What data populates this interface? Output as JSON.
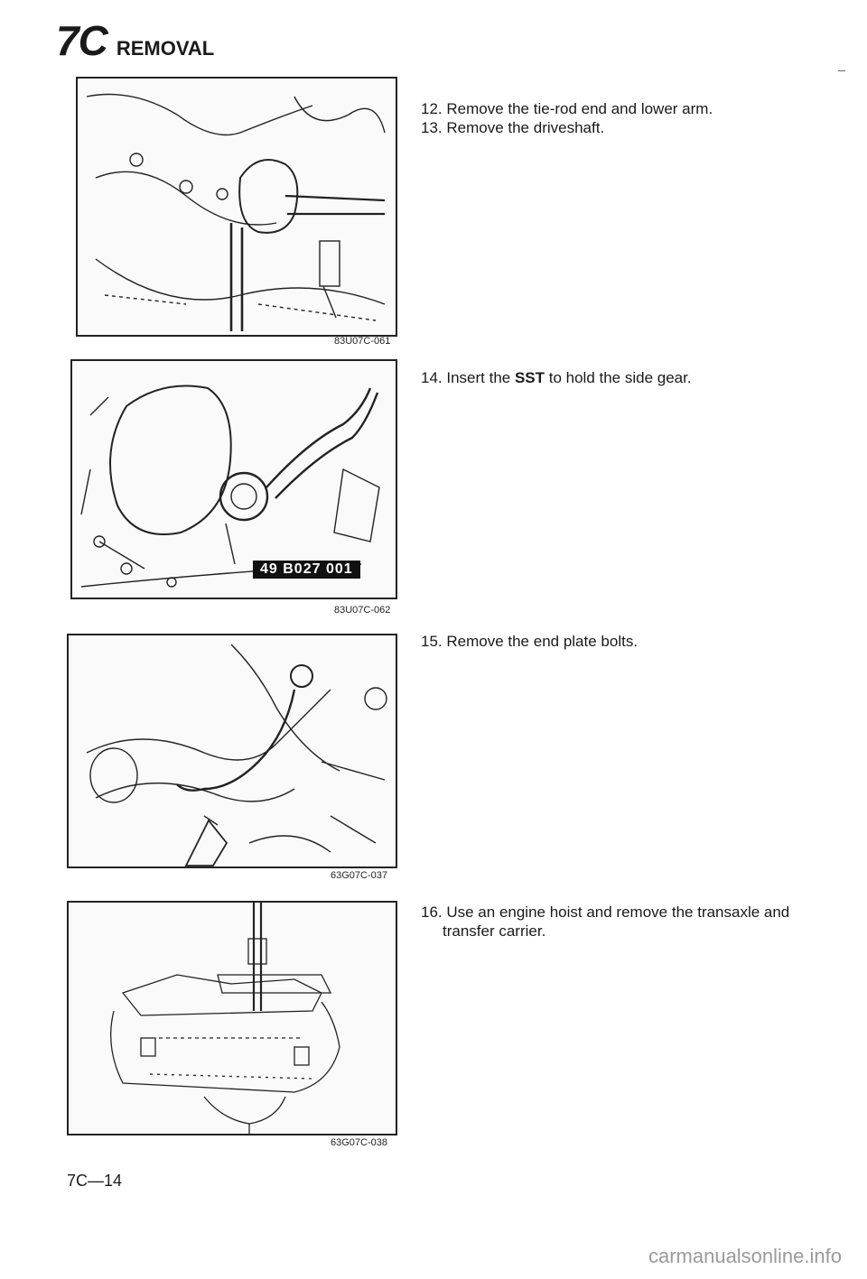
{
  "header": {
    "code": "7C",
    "title": "REMOVAL"
  },
  "figures": [
    {
      "caption": "83U07C-061"
    },
    {
      "caption": "83U07C-062",
      "tool_label": "49 B027 001"
    },
    {
      "caption": "63G07C-037"
    },
    {
      "caption": "63G07C-038"
    }
  ],
  "steps": {
    "s12": "12. Remove the tie-rod end and lower arm.",
    "s13": "13. Remove the driveshaft.",
    "s14_prefix": "14. Insert the ",
    "s14_bold": "SST",
    "s14_suffix": " to hold the side gear.",
    "s15": "15. Remove the end plate bolts.",
    "s16_line1": "16. Use an engine hoist and remove the transaxle and",
    "s16_line2": "transfer carrier."
  },
  "footer": {
    "page": "7C—14",
    "watermark": "carmanualsonline.info"
  }
}
